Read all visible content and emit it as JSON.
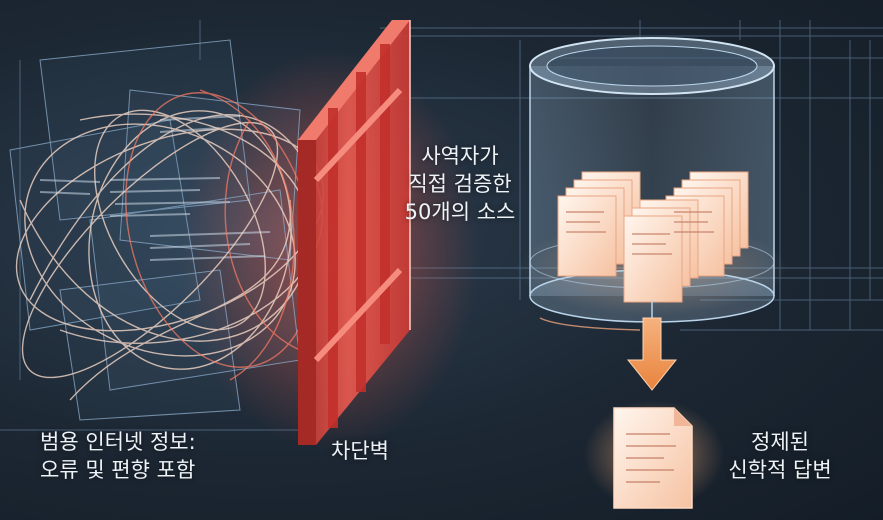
{
  "labels": {
    "internet_line1": "범용 인터넷 정보:",
    "internet_line2": "오류 및 편향 포함",
    "wall": "차단벽",
    "sources_line1": "사역자가",
    "sources_line2": "직접 검증한",
    "sources_line3": "50개의 소스",
    "answer_line1": "정제된",
    "answer_line2": "신학적 답변"
  },
  "colors": {
    "background": "#1b2733",
    "blueprint_line": "#6f8fb0",
    "wall_red": "#e24b44",
    "chaos_light": "#f3d6c6",
    "document_glow": "#f6b08c",
    "arrow_orange": "#f1954f"
  }
}
